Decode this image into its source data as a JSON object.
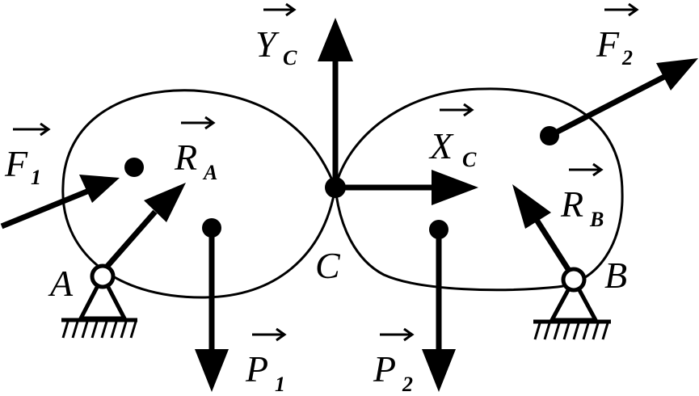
{
  "colors": {
    "ink": "#000000",
    "background": "#ffffff",
    "pin_fill": "#ffffff"
  },
  "labels": {
    "F1": {
      "main": "F",
      "sub": "1"
    },
    "RA": {
      "main": "R",
      "sub": "A"
    },
    "YC": {
      "main": "Y",
      "sub": "C"
    },
    "F2": {
      "main": "F",
      "sub": "2"
    },
    "XC": {
      "main": "X",
      "sub": "C"
    },
    "RB": {
      "main": "R",
      "sub": "B"
    },
    "P1": {
      "main": "P",
      "sub": "1"
    },
    "P2": {
      "main": "P",
      "sub": "2"
    },
    "A": "A",
    "B": "B",
    "C": "C"
  }
}
